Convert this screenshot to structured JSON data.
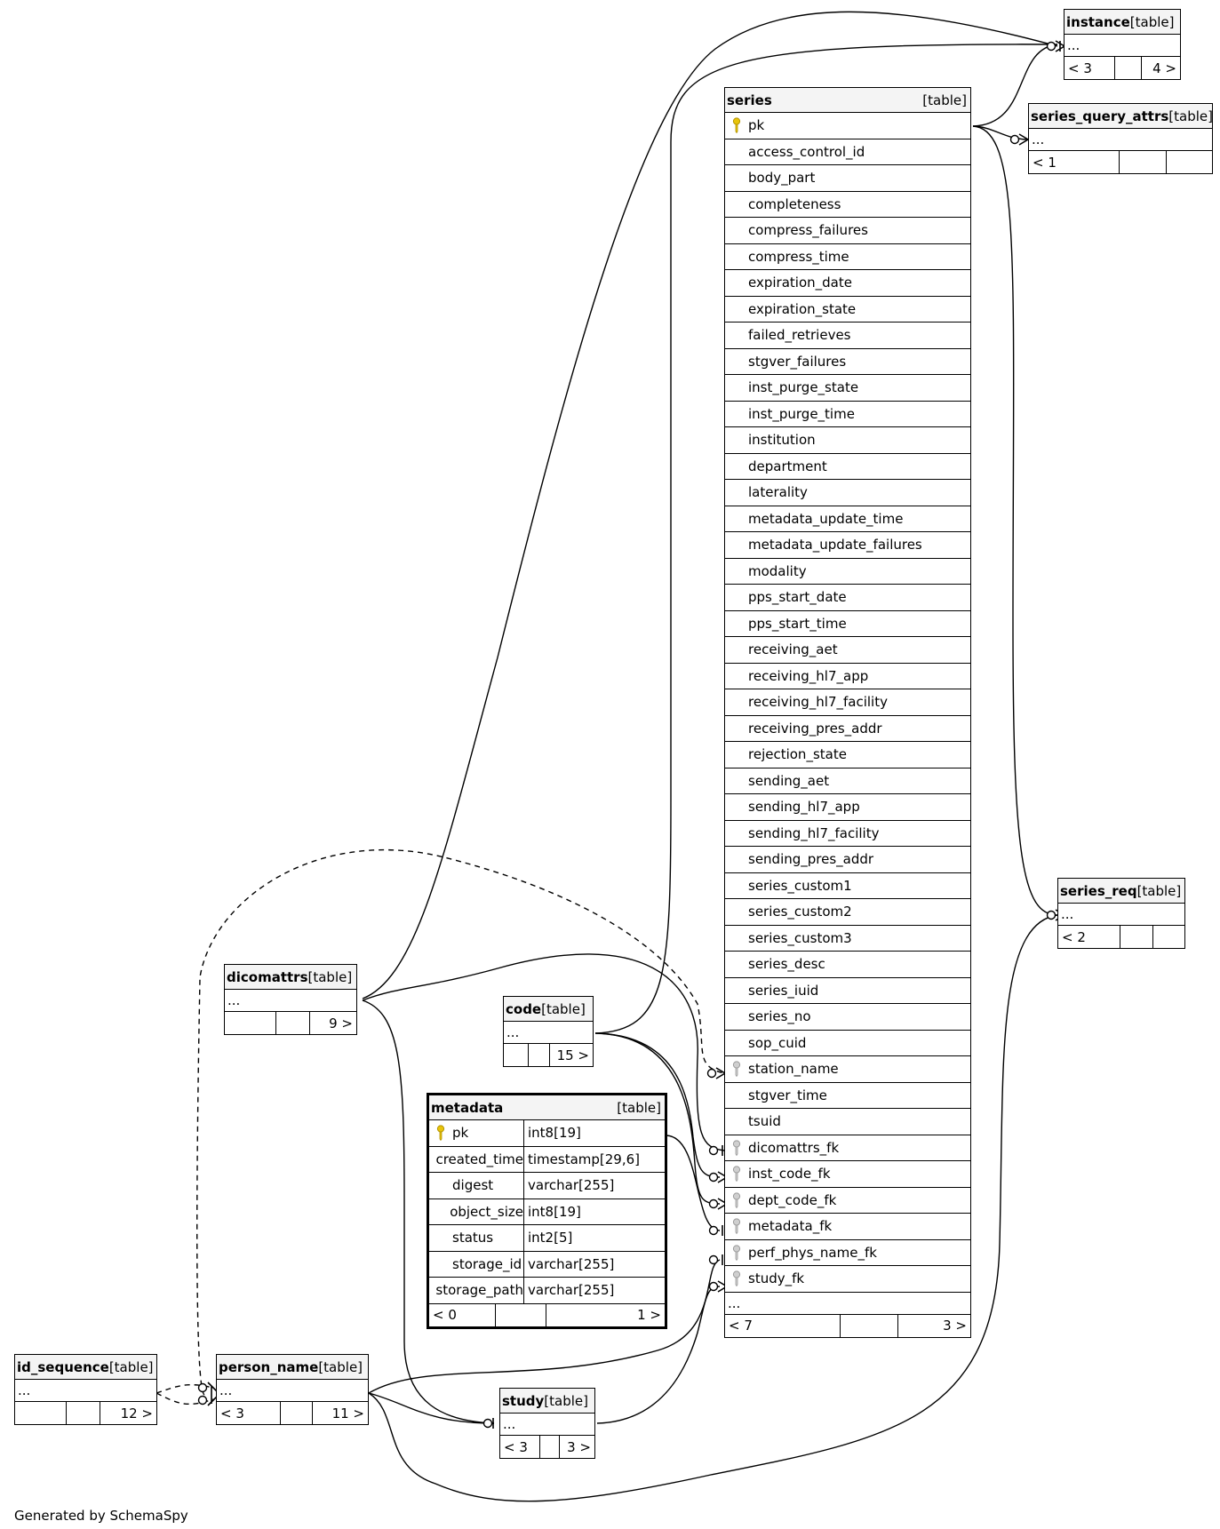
{
  "generated_by": "Generated by SchemaSpy",
  "tables": {
    "instance": {
      "name": "instance",
      "type": "[table]",
      "ellipsis": "...",
      "footer": [
        "< 3",
        "",
        "4 >"
      ]
    },
    "series_query_attrs": {
      "name": "series_query_attrs",
      "type": "[table]",
      "ellipsis": "...",
      "footer": [
        "< 1",
        "",
        ""
      ]
    },
    "series_req": {
      "name": "series_req",
      "type": "[table]",
      "ellipsis": "...",
      "footer": [
        "< 2",
        "",
        ""
      ]
    },
    "dicomattrs": {
      "name": "dicomattrs",
      "type": "[table]",
      "ellipsis": "...",
      "footer": [
        "",
        "",
        "9 >"
      ]
    },
    "code": {
      "name": "code",
      "type": "[table]",
      "ellipsis": "...",
      "footer": [
        "",
        "",
        "15 >"
      ]
    },
    "id_sequence": {
      "name": "id_sequence",
      "type": "[table]",
      "ellipsis": "...",
      "footer": [
        "",
        "",
        "12 >"
      ]
    },
    "person_name": {
      "name": "person_name",
      "type": "[table]",
      "ellipsis": "...",
      "footer": [
        "< 3",
        "",
        "11 >"
      ]
    },
    "study": {
      "name": "study",
      "type": "[table]",
      "ellipsis": "...",
      "footer": [
        "< 3",
        "",
        "3 >"
      ]
    },
    "metadata": {
      "name": "metadata",
      "type": "[table]",
      "columns": [
        {
          "name": "pk",
          "dtype": "int8[19]",
          "key": "pk"
        },
        {
          "name": "created_time",
          "dtype": "timestamp[29,6]",
          "key": ""
        },
        {
          "name": "digest",
          "dtype": "varchar[255]",
          "key": ""
        },
        {
          "name": "object_size",
          "dtype": "int8[19]",
          "key": ""
        },
        {
          "name": "status",
          "dtype": "int2[5]",
          "key": ""
        },
        {
          "name": "storage_id",
          "dtype": "varchar[255]",
          "key": ""
        },
        {
          "name": "storage_path",
          "dtype": "varchar[255]",
          "key": ""
        }
      ],
      "footer": [
        "< 0",
        "",
        "1 >"
      ]
    },
    "series": {
      "name": "series",
      "type": "[table]",
      "ellipsis": "...",
      "columns": [
        {
          "name": "pk",
          "key": "pk"
        },
        {
          "name": "access_control_id",
          "key": ""
        },
        {
          "name": "body_part",
          "key": ""
        },
        {
          "name": "completeness",
          "key": ""
        },
        {
          "name": "compress_failures",
          "key": ""
        },
        {
          "name": "compress_time",
          "key": ""
        },
        {
          "name": "expiration_date",
          "key": ""
        },
        {
          "name": "expiration_state",
          "key": ""
        },
        {
          "name": "failed_retrieves",
          "key": ""
        },
        {
          "name": "stgver_failures",
          "key": ""
        },
        {
          "name": "inst_purge_state",
          "key": ""
        },
        {
          "name": "inst_purge_time",
          "key": ""
        },
        {
          "name": "institution",
          "key": ""
        },
        {
          "name": "department",
          "key": ""
        },
        {
          "name": "laterality",
          "key": ""
        },
        {
          "name": "metadata_update_time",
          "key": ""
        },
        {
          "name": "metadata_update_failures",
          "key": ""
        },
        {
          "name": "modality",
          "key": ""
        },
        {
          "name": "pps_start_date",
          "key": ""
        },
        {
          "name": "pps_start_time",
          "key": ""
        },
        {
          "name": "receiving_aet",
          "key": ""
        },
        {
          "name": "receiving_hl7_app",
          "key": ""
        },
        {
          "name": "receiving_hl7_facility",
          "key": ""
        },
        {
          "name": "receiving_pres_addr",
          "key": ""
        },
        {
          "name": "rejection_state",
          "key": ""
        },
        {
          "name": "sending_aet",
          "key": ""
        },
        {
          "name": "sending_hl7_app",
          "key": ""
        },
        {
          "name": "sending_hl7_facility",
          "key": ""
        },
        {
          "name": "sending_pres_addr",
          "key": ""
        },
        {
          "name": "series_custom1",
          "key": ""
        },
        {
          "name": "series_custom2",
          "key": ""
        },
        {
          "name": "series_custom3",
          "key": ""
        },
        {
          "name": "series_desc",
          "key": ""
        },
        {
          "name": "series_iuid",
          "key": ""
        },
        {
          "name": "series_no",
          "key": ""
        },
        {
          "name": "sop_cuid",
          "key": ""
        },
        {
          "name": "station_name",
          "key": "fk"
        },
        {
          "name": "stgver_time",
          "key": ""
        },
        {
          "name": "tsuid",
          "key": ""
        },
        {
          "name": "dicomattrs_fk",
          "key": "fk"
        },
        {
          "name": "inst_code_fk",
          "key": "fk"
        },
        {
          "name": "dept_code_fk",
          "key": "fk"
        },
        {
          "name": "metadata_fk",
          "key": "fk"
        },
        {
          "name": "perf_phys_name_fk",
          "key": "fk"
        },
        {
          "name": "study_fk",
          "key": "fk"
        }
      ],
      "footer": [
        "< 7",
        "",
        "3 >"
      ]
    }
  }
}
